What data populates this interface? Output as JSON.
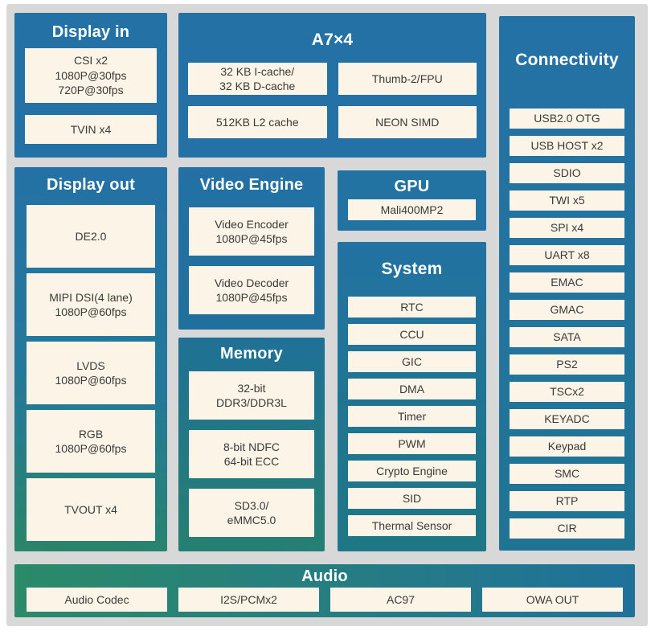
{
  "diagram": {
    "blocks": {
      "display_in": {
        "title": "Display in",
        "items": [
          "CSI x2\n1080P@30fps\n720P@30fps",
          "TVIN x4"
        ]
      },
      "a7": {
        "title": "A7×4",
        "items": [
          "32 KB I-cache/\n32 KB D-cache",
          "Thumb-2/FPU",
          "512KB L2 cache",
          "NEON SIMD"
        ]
      },
      "display_out": {
        "title": "Display out",
        "items": [
          "DE2.0",
          "MIPI DSI(4 lane)\n1080P@60fps",
          "LVDS\n1080P@60fps",
          "RGB\n1080P@60fps",
          "TVOUT x4"
        ]
      },
      "video_engine": {
        "title": "Video Engine",
        "items": [
          "Video Encoder\n1080P@45fps",
          "Video Decoder\n1080P@45fps"
        ]
      },
      "memory": {
        "title": "Memory",
        "items": [
          "32-bit\nDDR3/DDR3L",
          "8-bit NDFC\n64-bit ECC",
          "SD3.0/\neMMC5.0"
        ]
      },
      "gpu": {
        "title": "GPU",
        "items": [
          "Mali400MP2"
        ]
      },
      "system": {
        "title": "System",
        "items": [
          "RTC",
          "CCU",
          "GIC",
          "DMA",
          "Timer",
          "PWM",
          "Crypto Engine",
          "SID",
          "Thermal Sensor"
        ]
      },
      "connectivity": {
        "title": "Connectivity",
        "items": [
          "USB2.0 OTG",
          "USB HOST x2",
          "SDIO",
          "TWI x5",
          "SPI x4",
          "UART x8",
          "EMAC",
          "GMAC",
          "SATA",
          "PS2",
          "TSCx2",
          "KEYADC",
          "Keypad",
          "SMC",
          "RTP",
          "CIR"
        ]
      },
      "audio": {
        "title": "Audio",
        "items": [
          "Audio Codec",
          "I2S/PCMx2",
          "AC97",
          "OWA OUT"
        ]
      }
    },
    "colors": {
      "block_blue": "#2471a6",
      "bottom_left_green": "#2a8569",
      "bottom_mid_teal": "#268071",
      "bottom_right_teal": "#1f7494",
      "item_bg": "#fbf4e7",
      "item_text": "#3a3a3a",
      "title_text": "#ffffff",
      "panel_bg": "#d8d8d8",
      "page_bg": "#ffffff"
    }
  }
}
